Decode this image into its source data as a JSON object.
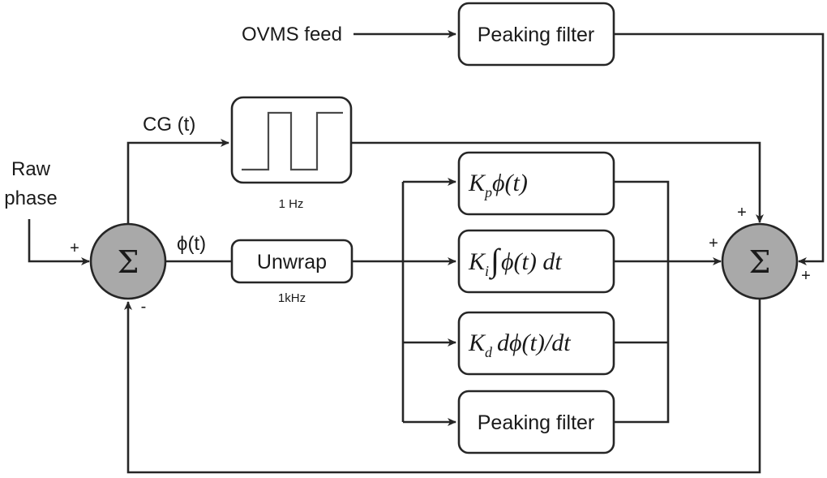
{
  "diagram": {
    "inputs": {
      "ovms_feed": "OVMS feed",
      "raw_phase_line1": "Raw",
      "raw_phase_line2": "phase"
    },
    "signals": {
      "cg": "CG (t)",
      "phi": "ϕ(t)"
    },
    "blocks": {
      "peaking_top": "Peaking filter",
      "square_wave_rate": "1 Hz",
      "unwrap": "Unwrap",
      "unwrap_rate": "1kHz",
      "kp": {
        "K": "K",
        "sub": "p",
        "rest": "ϕ(t)"
      },
      "ki": {
        "K": "K",
        "sub": "i",
        "integral": "∫",
        "rest": "ϕ(t) dt"
      },
      "kd": {
        "K": "K",
        "sub": "d",
        "rest": "dϕ(t)/dt"
      },
      "peaking_bottom": "Peaking filter"
    },
    "sum_left": {
      "symbol": "Σ",
      "plus": "+",
      "minus": "-"
    },
    "sum_right": {
      "symbol": "Σ",
      "plus_top": "+",
      "plus_left": "+",
      "plus_right": "+"
    }
  }
}
